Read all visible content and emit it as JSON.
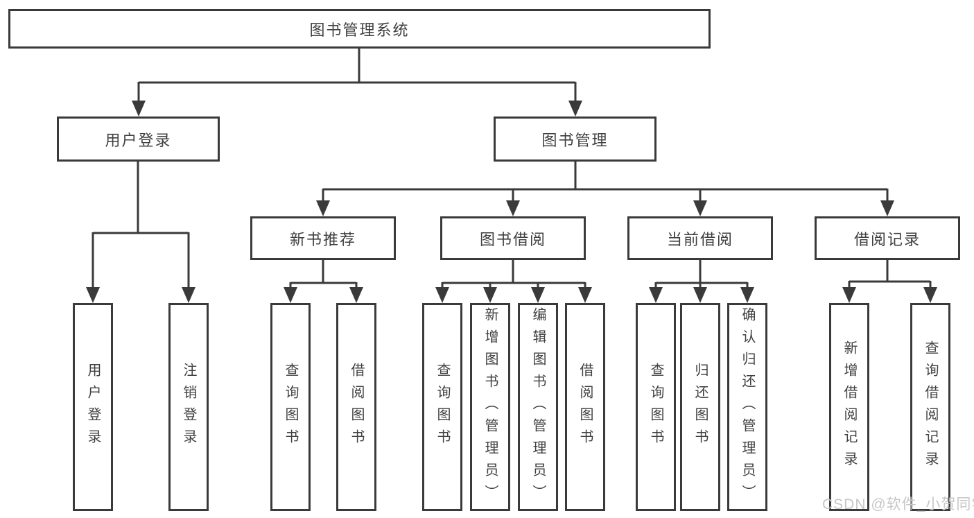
{
  "diagram_title": "图书管理系统",
  "nodes": {
    "root": {
      "label": "图书管理系统"
    },
    "user_login": {
      "label": "用户登录"
    },
    "book_management": {
      "label": "图书管理"
    },
    "leaf_user_login": {
      "label": "用户登录"
    },
    "leaf_logout": {
      "label": "注销登录"
    },
    "new_book_recommend": {
      "label": "新书推荐"
    },
    "book_borrow": {
      "label": "图书借阅"
    },
    "current_borrow": {
      "label": "当前借阅"
    },
    "borrow_records": {
      "label": "借阅记录"
    },
    "nb_query_books": {
      "label": "查询图书"
    },
    "nb_borrow_books": {
      "label": "借阅图书"
    },
    "bb_query_books": {
      "label": "查询图书"
    },
    "bb_add_books": {
      "label": "新增图书（管理员）"
    },
    "bb_edit_books": {
      "label": "编辑图书（管理员）"
    },
    "bb_borrow_books": {
      "label": "借阅图书"
    },
    "cb_query_books": {
      "label": "查询图书"
    },
    "cb_return_books": {
      "label": "归还图书"
    },
    "cb_confirm_return": {
      "label": "确认归还（管理员）"
    },
    "br_add_record": {
      "label": "新增借阅记录"
    },
    "br_query_record": {
      "label": "查询借阅记录"
    }
  },
  "hierarchy": {
    "图书管理系统": {
      "用户登录": [
        "用户登录",
        "注销登录"
      ],
      "图书管理": {
        "新书推荐": [
          "查询图书",
          "借阅图书"
        ],
        "图书借阅": [
          "查询图书",
          "新增图书（管理员）",
          "编辑图书（管理员）",
          "借阅图书"
        ],
        "当前借阅": [
          "查询图书",
          "归还图书",
          "确认归还（管理员）"
        ],
        "借阅记录": [
          "新增借阅记录",
          "查询借阅记录"
        ]
      }
    }
  },
  "watermark": {
    "text": "CSDN @软件_小贺同学"
  },
  "colors": {
    "line": "#3a3a3a",
    "box_border": "#3a3a3a",
    "box_background": "#ffffff",
    "text": "#404040",
    "watermark": "#c6c6c6",
    "page_background": "#ffffff"
  }
}
